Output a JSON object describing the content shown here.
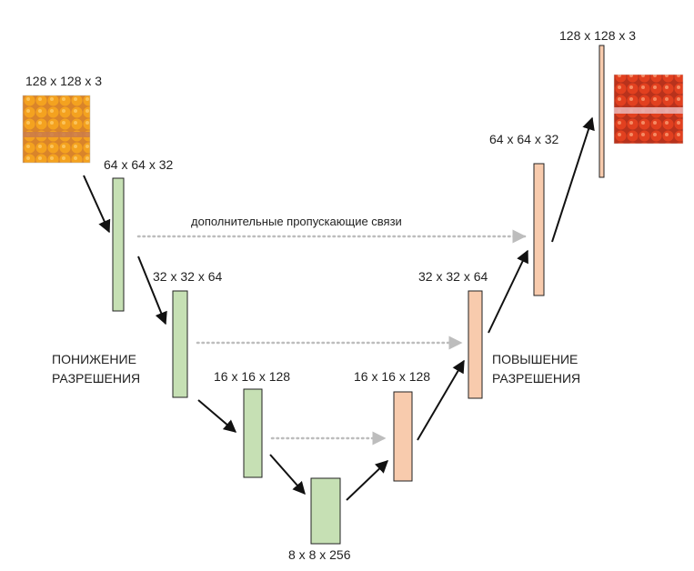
{
  "blocks": {
    "input_label": "128 x 128 x 3",
    "down1_label": "64 x 64 x 32",
    "down2_label": "32 x 32 x 64",
    "down3_label": "16 x 16 x 128",
    "bottleneck_label": "8 x 8 x 256",
    "up3_label": "16 x 16 x 128",
    "up2_label": "32 x 32 x 64",
    "up1_label": "64 x 64 x 32",
    "output_label": "128 x 128 x 3"
  },
  "captions": {
    "downsampling_line1": "ПОНИЖЕНИЕ",
    "downsampling_line2": "РАЗРЕШЕНИЯ",
    "upsampling_line1": "ПОВЫШЕНИЕ",
    "upsampling_line2": "РАЗРЕШЕНИЯ",
    "skip_connections": "дополнительные пропускающие связи"
  },
  "colors": {
    "encoder": "#c6e0b4",
    "decoder": "#f8cbad",
    "skip": "#bdbdbd",
    "oranges": "#f29a1f",
    "tomatoes": "#e2401f"
  }
}
